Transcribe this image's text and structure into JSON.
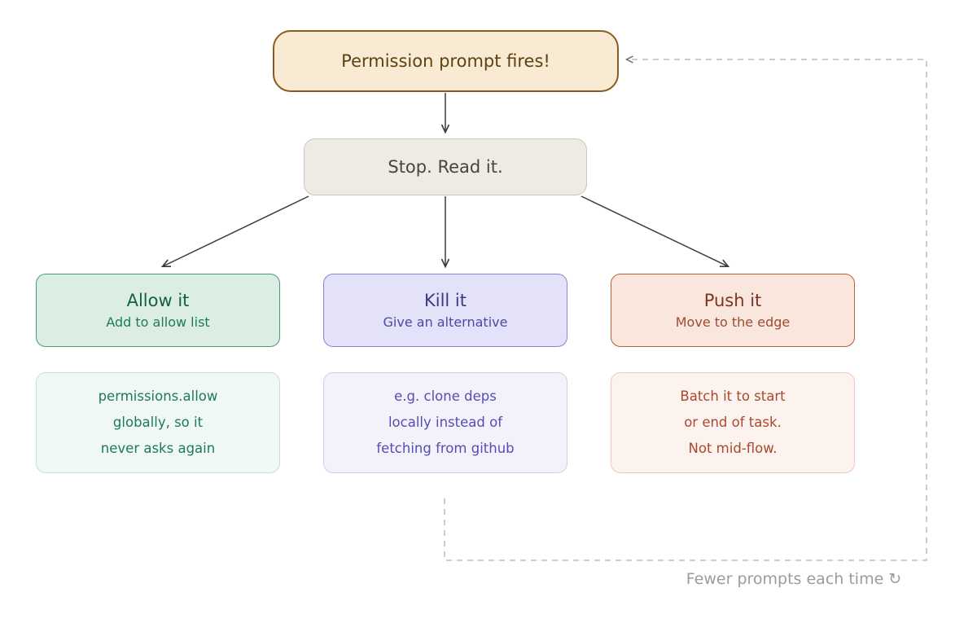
{
  "diagram": {
    "start": {
      "label": "Permission prompt fires!",
      "bg": "#f9ead3",
      "border": "#8a5a1e",
      "text_color": "#5f4111"
    },
    "gate": {
      "label": "Stop. Read it.",
      "bg": "#edebe4",
      "border": "#c9c6ba",
      "text_color": "#474540"
    },
    "branches": [
      {
        "id": "allow",
        "title": "Allow it",
        "subtitle": "Add to allow list",
        "detail_lines": [
          "permissions.allow",
          "globally, so it",
          "never asks again"
        ],
        "accent": "#4d9a77",
        "bg": "#dceee4",
        "title_color": "#155f47",
        "detail_bg": "#f0f8f3",
        "detail_border": "#c4e2d2",
        "detail_text_color": "#1d7a5b"
      },
      {
        "id": "kill",
        "title": "Kill it",
        "subtitle": "Give an alternative",
        "detail_lines": [
          "e.g. clone deps",
          "locally instead of",
          "fetching from github"
        ],
        "accent": "#8a85cf",
        "bg": "#e3e2f8",
        "title_color": "#3d3786",
        "detail_bg": "#f3f2fb",
        "detail_border": "#d0cded",
        "detail_text_color": "#554db3"
      },
      {
        "id": "push",
        "title": "Push it",
        "subtitle": "Move to the edge",
        "detail_lines": [
          "Batch it to start",
          "or end of task.",
          "Not mid-flow."
        ],
        "accent": "#b35f3c",
        "bg": "#f9e7de",
        "title_color": "#803322",
        "detail_bg": "#fdf3ee",
        "detail_border": "#eccabb",
        "detail_text_color": "#a8492e"
      }
    ],
    "loop": {
      "caption": "Fewer prompts each time",
      "icon": "↻",
      "color": "#9b9b9b"
    },
    "arrow_color": "#3a3a3a"
  }
}
